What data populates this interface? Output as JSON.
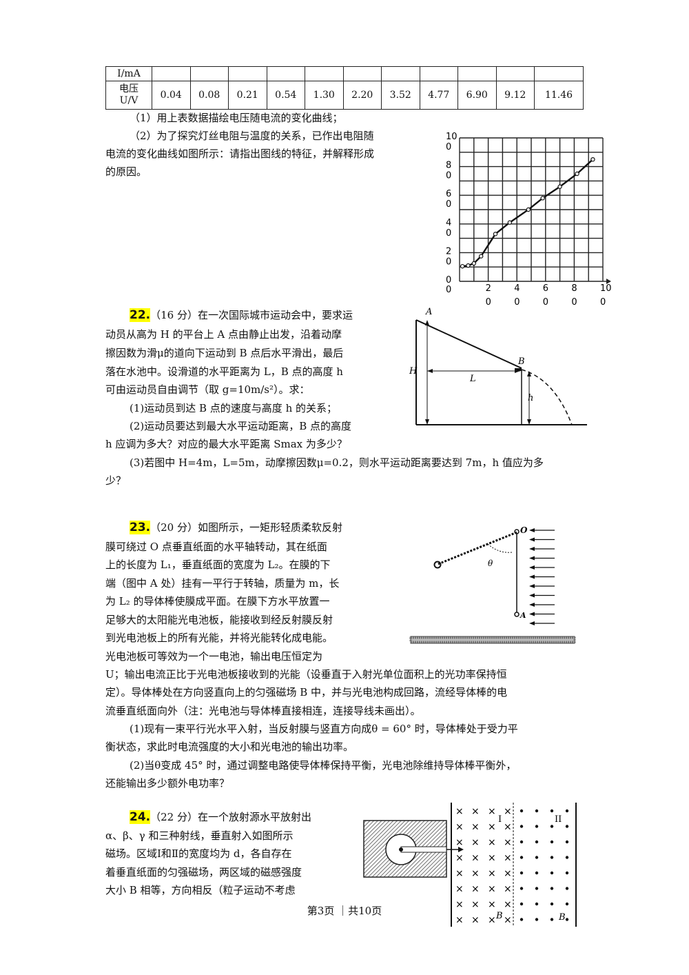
{
  "table": {
    "row1_label": "I/mA",
    "row2_label_line1": "电压",
    "row2_label_line2": "U/V",
    "voltages": [
      "0.04",
      "0.08",
      "0.21",
      "0.54",
      "1.30",
      "2.20",
      "3.52",
      "4.77",
      "6.90",
      "9.12",
      "11.46"
    ]
  },
  "q21": {
    "p1": "（1）用上表数据描绘电压随电流的变化曲线；",
    "p2_l1": "（2）为了探究灯丝电阻与温度的关系，已作出电阻随",
    "p2_l2": "电流的变化曲线如图所示：请指出图线的特征，并解释形成",
    "p2_l3": "的原因。"
  },
  "graph": {
    "y_ticks": [
      [
        "10",
        "0"
      ],
      [
        "8",
        "0"
      ],
      [
        "6",
        "0"
      ],
      [
        "4",
        "0"
      ],
      [
        "2",
        "0"
      ],
      [
        "0",
        ""
      ]
    ],
    "x_ticks": [
      [
        "2",
        "0"
      ],
      [
        "4",
        "0"
      ],
      [
        "6",
        "0"
      ],
      [
        "8",
        "0"
      ],
      [
        "10",
        "0"
      ]
    ],
    "points": [
      [
        0.2,
        1.05
      ],
      [
        0.6,
        1.1
      ],
      [
        1.0,
        1.25
      ],
      [
        1.5,
        1.75
      ],
      [
        2.5,
        3.3
      ],
      [
        3.5,
        4.1
      ],
      [
        4.8,
        5.0
      ],
      [
        5.8,
        5.8
      ],
      [
        7.0,
        6.6
      ],
      [
        8.2,
        7.5
      ],
      [
        9.3,
        8.5
      ]
    ]
  },
  "q22": {
    "num": "22.",
    "l1": "（16 分）在一次国际城市运动会中，要求运",
    "l2": "动员从高为 H 的平台上 A 点由静止出发，沿着动摩",
    "l3": "擦因数为滑μ的道向下运动到 B 点后水平滑出，最后",
    "l4": "落在水池中。设滑道的水平距离为 L，B 点的高度 h",
    "l5": "可由运动员自由调节（取 g=10m/s²）。求：",
    "l6": "(1)运动员到达 B 点的速度与高度 h 的关系；",
    "l7": "(2)运动员要达到最大水平运动距离，B 点的高度",
    "l8": "h 应调为多大？对应的最大水平距离 Smax 为多少？",
    "l9": "(3)若图中 H=4m，L=5m，动摩擦因数μ=0.2，则水平运动距离要达到 7m，h 值应为多",
    "l10": "少？",
    "fig": {
      "A": "A",
      "B": "B",
      "H": "H",
      "L": "L",
      "h": "h"
    }
  },
  "q23": {
    "num": "23.",
    "l1": "（20 分）如图所示，一矩形轻质柔软反射",
    "l2": "膜可绕过 O 点垂直纸面的水平轴转动，其在纸面",
    "l3": "上的长度为 L₁，垂直纸面的宽度为 L₂。在膜的下",
    "l4": "端（图中 A 处）挂有一平行于转轴，质量为 m，长",
    "l5": "为 L₂ 的导体棒使膜成平面。在膜下方水平放置一",
    "l6": "足够大的太阳能光电池板，能接收到经反射膜反射",
    "l7": "到光电池板上的所有光能，并将光能转化成电能。",
    "l8": "光电池板可等效为一个一电池，输出电压恒定为",
    "l9": "U；输出电流正比于光电池板接收到的光能（设垂直于入射光单位面积上的光功率保持恒",
    "l10": "定）。导体棒处在方向竖直向上的匀强磁场 B 中，并与光电池构成回路，流经导体棒的电",
    "l11": "流垂直纸面向外（注：光电池与导体棒直接相连，连接导线未画出）。",
    "l12": "(1)现有一束平行光水平入射，当反射膜与竖直方向成θ = 60° 时，导体棒处于受力平",
    "l13": "衡状态，求此时电流强度的大小和光电池的输出功率。",
    "l14": "(2)当θ变成 45° 时，通过调整电路使导体棒保持平衡，光电池除维持导体棒平衡外，",
    "l15": "还能输出多少额外电功率？",
    "fig": {
      "O": "O",
      "theta": "θ",
      "A": "A"
    }
  },
  "q24": {
    "num": "24.",
    "l1": "（22 分）在一个放射源水平放射出",
    "l2": "α、β、γ 和三种射线，垂直射入如图所示",
    "l3": "磁场。区域Ⅰ和Ⅱ的宽度均为 d，各自存在",
    "l4": "着垂直纸面的匀强磁场，两区域的磁感强度",
    "l5": "大小 B 相等，方向相反（粒子运动不考虑",
    "fig": {
      "I": "I",
      "II": "II",
      "B1": "B",
      "B2": "B"
    }
  },
  "footer": "第3页 ｜共10页"
}
